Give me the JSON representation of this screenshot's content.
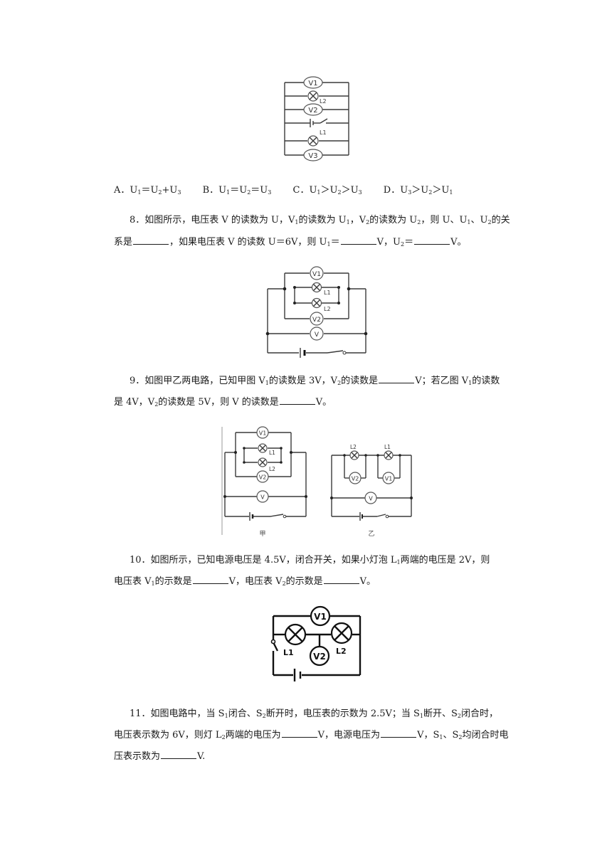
{
  "q7": {
    "labels": {
      "v1": "V1",
      "l2": "L2",
      "v2": "V2",
      "l1": "L1",
      "v3": "V3"
    },
    "options": [
      {
        "id": "A",
        "letter": "A．",
        "parts": [
          "U",
          "1",
          "＝U",
          "2",
          "+U",
          "3"
        ]
      },
      {
        "id": "B",
        "letter": "B．",
        "parts": [
          "U",
          "1",
          "＝U",
          "2",
          "＝U",
          "3"
        ]
      },
      {
        "id": "C",
        "letter": "C．",
        "parts": [
          "U",
          "1",
          "＞U",
          "2",
          "＞U",
          "3"
        ]
      },
      {
        "id": "D",
        "letter": "D．",
        "parts": [
          "U",
          "3",
          "＞U",
          "2",
          "＞U",
          "1"
        ]
      }
    ]
  },
  "q8": {
    "line1": {
      "a": "8．如图所示，电压表 V 的读数为 U，V",
      "s1": "1",
      "b": "的读数为 U",
      "s2": "1",
      "c": "，V",
      "s3": "2",
      "d": "的读数为 U",
      "s4": "2",
      "e": "，则 U、U",
      "s5": "1",
      "f": "、U",
      "s6": "2",
      "g": "的关"
    },
    "line2": {
      "a": "系是",
      "b": "，如果电压表 V 的读数 U＝6V，则 U",
      "s1": "1",
      "c": "＝",
      "d": "V，U",
      "s2": "2",
      "e": "＝",
      "f": "V。"
    },
    "labels": {
      "v1": "V1",
      "l1": "L1",
      "l2": "L2",
      "v2": "V2",
      "v": "V"
    }
  },
  "q9": {
    "line1": {
      "a": "9．如图甲乙两电路，已知甲图 V",
      "s1": "1",
      "b": "的读数是 3V，V",
      "s2": "2",
      "c": "的读数是",
      "d": "V；若乙图 V",
      "s3": "1",
      "e": "的读数"
    },
    "line2": {
      "a": "是 4V，V",
      "s1": "2",
      "b": "的读数是 5V，则 V 的读数是",
      "c": "V。"
    },
    "captions": {
      "jia": "甲",
      "yi": "乙"
    },
    "labels": {
      "v1": "V1",
      "l1": "L1",
      "l2": "L2",
      "v2": "V2",
      "v": "V"
    }
  },
  "q10": {
    "line1": {
      "a": "10．如图所示，已知电源电压是 4.5V，闭合开关，如果小灯泡 L",
      "s1": "1",
      "b": "两端的电压是 2V，则"
    },
    "line2": {
      "a": "电压表 V",
      "s1": "1",
      "b": "的示数是",
      "c": "V，电压表 V",
      "s2": "2",
      "d": "的示数是",
      "e": "V。"
    },
    "labels": {
      "v1": "V1",
      "l1": "L1",
      "v2": "V2",
      "l2": "L2"
    }
  },
  "q11": {
    "line1": {
      "a": "11．如图电路中，当 S",
      "s1": "1",
      "b": "闭合、S",
      "s2": "2",
      "c": "断开时，电压表的示数为 2.5V；当 S",
      "s3": "1",
      "d": "断开、S",
      "s4": "2",
      "e": "闭合时，"
    },
    "line2": {
      "a": "电压表示数为 6V，则灯 L",
      "s1": "2",
      "b": "两端的电压为",
      "c": "V，电源电压为",
      "d": "V，S",
      "s2": "1",
      "e": "、S",
      "s3": "2",
      "f": "均闭合时电"
    },
    "line3": {
      "a": "压表示数为",
      "b": "V."
    }
  }
}
